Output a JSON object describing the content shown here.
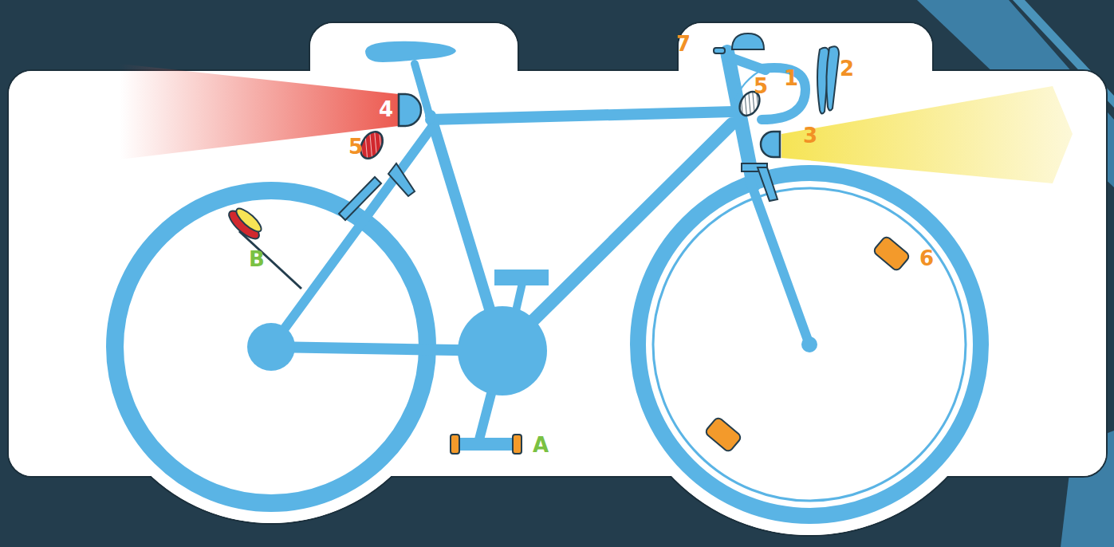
{
  "diagram": {
    "labels": [
      "7",
      "1",
      "2",
      "5",
      "4",
      "5",
      "3",
      "6",
      "A",
      "B"
    ]
  }
}
